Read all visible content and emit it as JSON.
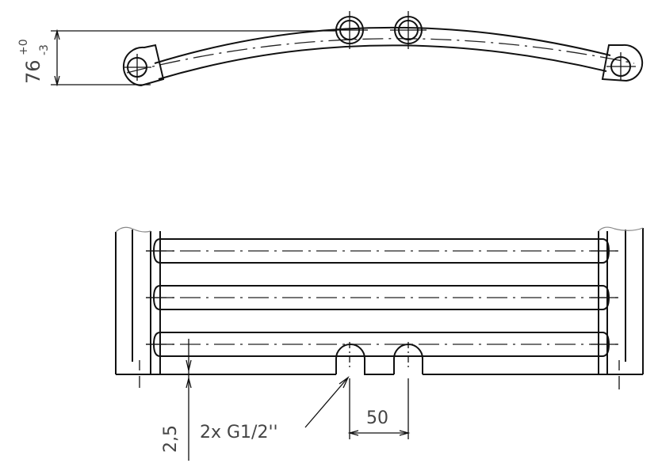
{
  "drawing": {
    "type": "technical-drawing",
    "subject": "curved towel radiator with bottom connections",
    "views": [
      "top-view",
      "front-view"
    ],
    "line_color": "#111111",
    "text_color": "#444444"
  },
  "top_view": {
    "depth_dimension": {
      "value": "76",
      "tolerance_upper": "+0",
      "tolerance_lower": "-3"
    }
  },
  "front_view": {
    "rail_count": 3,
    "connection_label": "2x G1/2''",
    "connection_spacing": "50",
    "offset_dimension": "2,5"
  }
}
